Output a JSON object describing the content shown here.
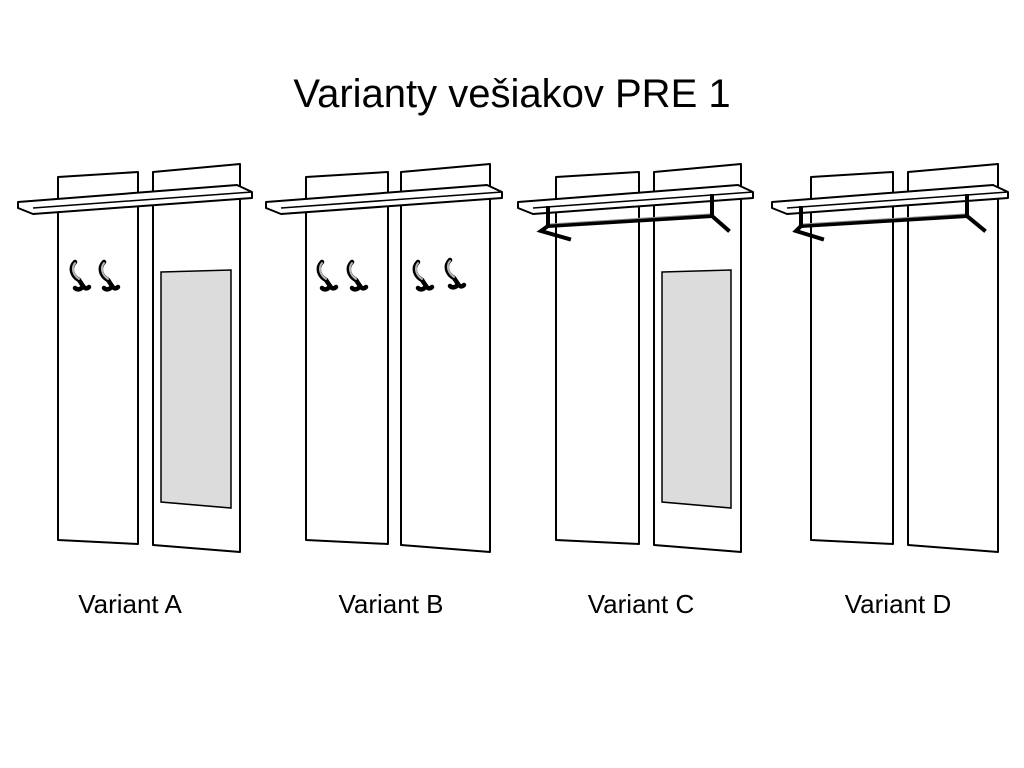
{
  "title": "Varianty vešiakov PRE 1",
  "variants": [
    {
      "label": "Variant A",
      "left_panel": "hooks",
      "right_panel": "mirror",
      "rail": false
    },
    {
      "label": "Variant B",
      "left_panel": "hooks",
      "right_panel": "hooks",
      "rail": false
    },
    {
      "label": "Variant C",
      "left_panel": "plain",
      "right_panel": "mirror",
      "rail": true
    },
    {
      "label": "Variant D",
      "left_panel": "plain",
      "right_panel": "plain",
      "rail": true
    }
  ]
}
